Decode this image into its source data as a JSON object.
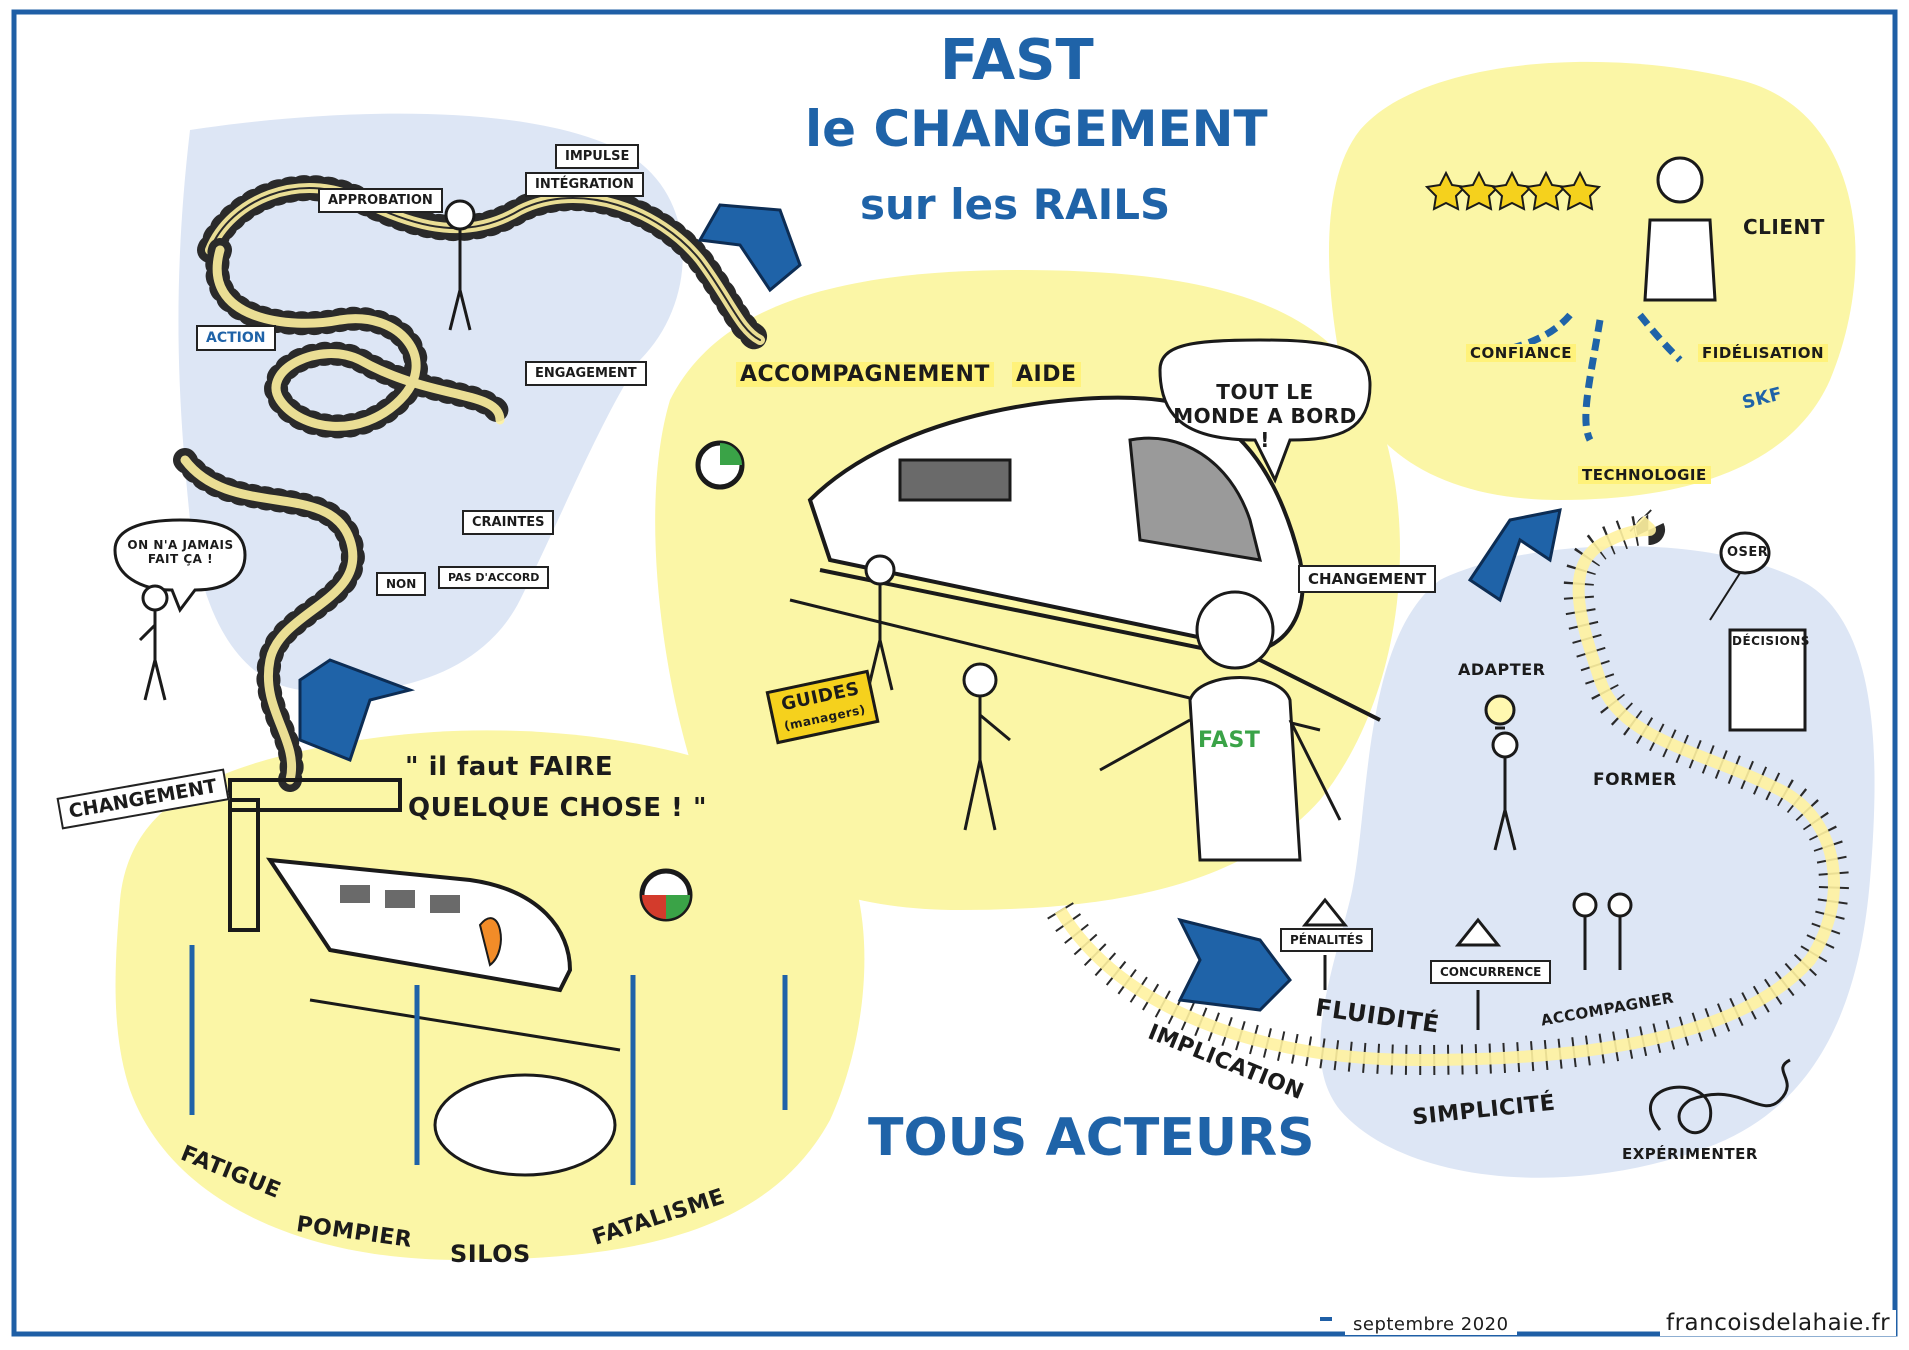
{
  "title": {
    "line1": "FAST",
    "line2": "le CHANGEMENT",
    "line3": "sur les RAILS"
  },
  "footer": {
    "date": "septembre 2020",
    "signature": "francoisdelahaie.fr"
  },
  "colors": {
    "frame": "#1f5fa6",
    "accent_blue": "#1f63a8",
    "yellow_blob": "#fbf6a6",
    "blue_blob": "#dde6f5",
    "highlight": "#fff27a"
  },
  "top_left": {
    "signs": [
      "APPROBATION",
      "IMPULSE",
      "INTÉGRATION",
      "ENGAGEMENT",
      "ACTION",
      "CRAINTES",
      "PAS D'ACCORD",
      "NON"
    ],
    "speech": "ON N'A JAMAIS FAIT ÇA !"
  },
  "center": {
    "labels": [
      "ACCOMPAGNEMENT",
      "AIDE"
    ],
    "speech": "TOUT LE MONDE A BORD !",
    "change_sign": "CHANGEMENT",
    "guides_sign": "GUIDES",
    "guides_sub": "(managers)",
    "shirt": "FAST"
  },
  "top_right": {
    "labels": [
      "CLIENT",
      "CONFIANCE",
      "FIDÉLISATION",
      "TECHNOLOGIE"
    ],
    "brand": "SKF"
  },
  "bottom_left": {
    "quote_line1": "\" il faut FAIRE",
    "quote_line2": "QUELQUE CHOSE ! \"",
    "change_sign": "CHANGEMENT",
    "words": [
      "FATIGUE",
      "POMPIER",
      "SILOS",
      "FATALISME"
    ]
  },
  "bottom_right": {
    "labels": [
      "OSER",
      "DÉCISIONS",
      "ADAPTER",
      "FORMER",
      "ACCOMPAGNER",
      "EXPÉRIMENTER"
    ],
    "track_words": [
      "IMPLICATION",
      "FLUIDITÉ",
      "SIMPLICITÉ"
    ],
    "warnings": [
      "PÉNALITÉS",
      "CONCURRENCE"
    ]
  },
  "tagline": "TOUS ACTEURS"
}
